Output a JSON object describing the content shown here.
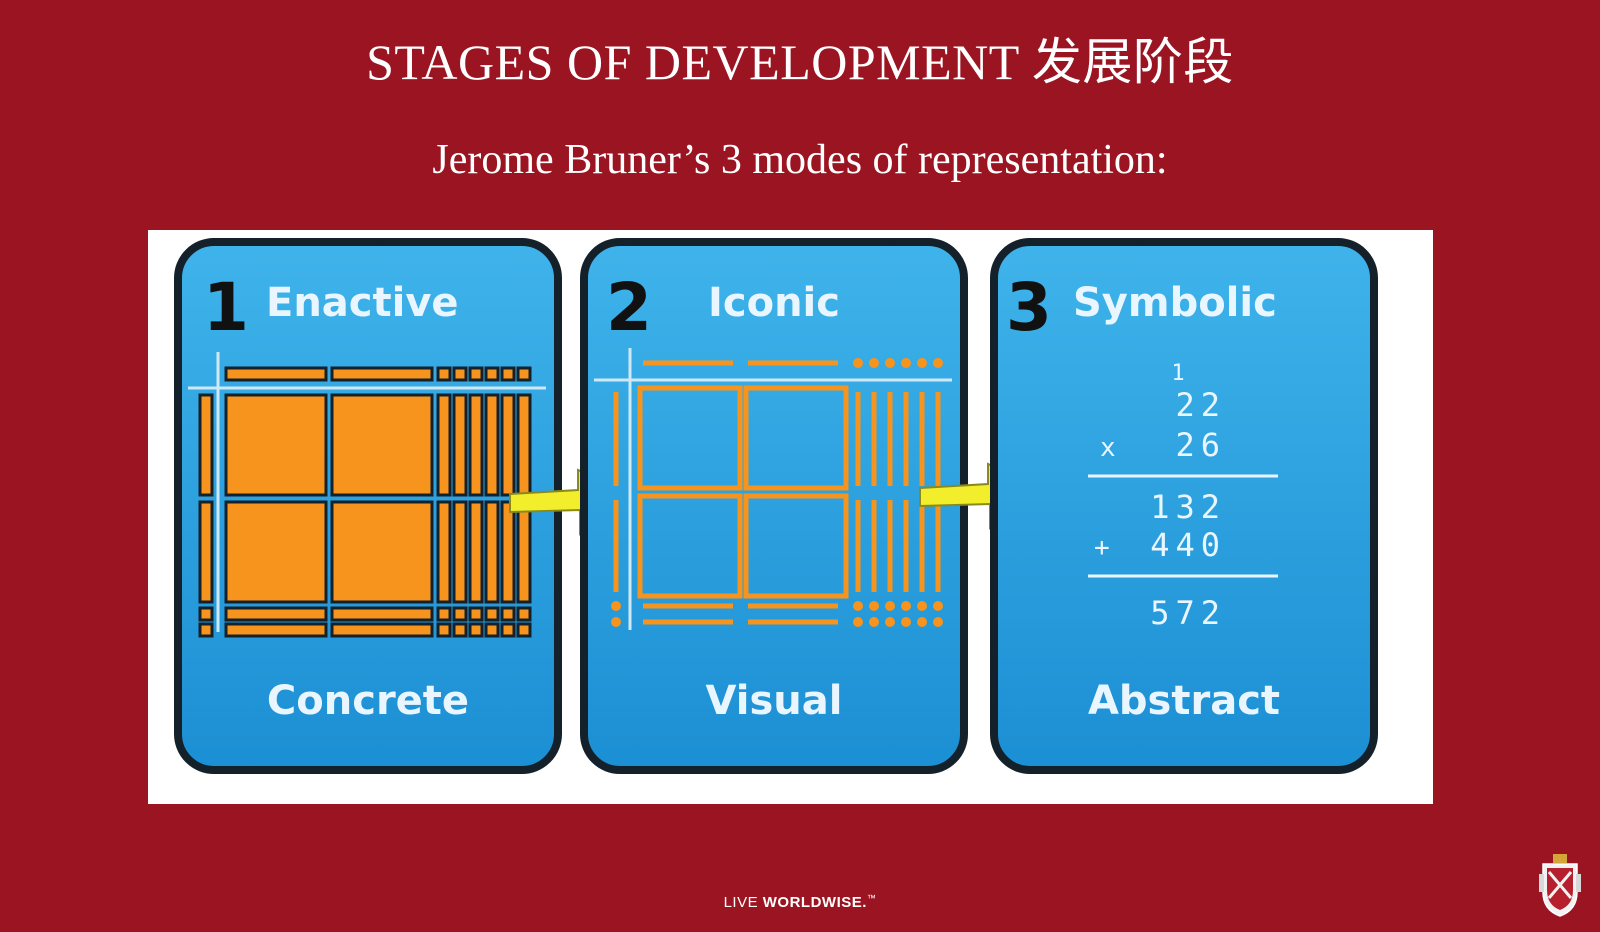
{
  "slide": {
    "title": "STAGES OF DEVELOPMENT 发展阶段",
    "subtitle": "Jerome Bruner’s 3 modes of representation:"
  },
  "stages": [
    {
      "number": "1",
      "name": "Enactive",
      "descriptor": "Concrete"
    },
    {
      "number": "2",
      "name": "Iconic",
      "descriptor": "Visual"
    },
    {
      "number": "3",
      "name": "Symbolic",
      "descriptor": "Abstract"
    }
  ],
  "multiplication": {
    "carry": "1",
    "multiplicand": "22",
    "operator_multiply": "x",
    "multiplier": "26",
    "partial1": "132",
    "operator_add": "+",
    "partial2": "440",
    "result": "572"
  },
  "footer": {
    "prefix": "LIVE ",
    "brand": "WORLDWISE.",
    "tm": "™"
  },
  "colors": {
    "background": "#9b1422",
    "card_blue": "#2aa3e0",
    "block_orange": "#f7941d",
    "arrow_yellow": "#f2ee2b"
  },
  "icons": [
    "arrow-right-icon",
    "crest-icon"
  ]
}
